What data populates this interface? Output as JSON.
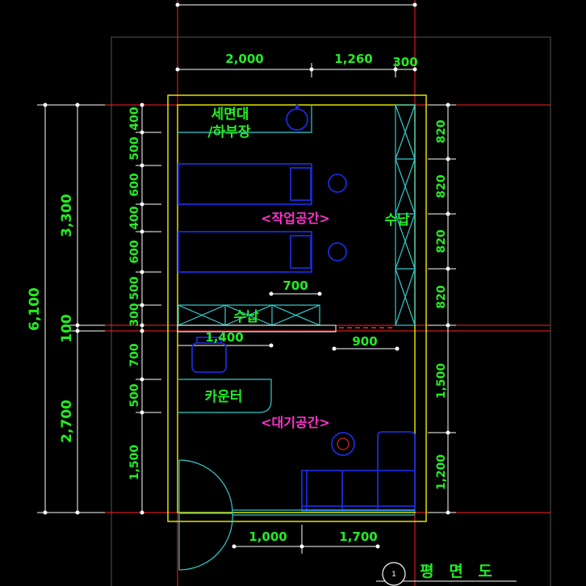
{
  "title": "평 면 도",
  "section_number": "1",
  "rooms": {
    "wash": "세면대",
    "wash2": "/하부장",
    "work": "<작업공간>",
    "storage_right": "수납",
    "storage_mid": "수납",
    "counter": "카운터",
    "waiting": "<대기공간>"
  },
  "dims_top": [
    "2,000",
    "1,260",
    "300"
  ],
  "dims_bottom": [
    "1,000",
    "1,700"
  ],
  "dims_inner": [
    "700",
    "1,400",
    "900"
  ],
  "dims_left_outer": [
    "6,100"
  ],
  "dims_left_mid": [
    "3,300",
    "100",
    "2,700"
  ],
  "dims_left_inner": [
    "400",
    "500",
    "600",
    "400",
    "600",
    "500",
    "300",
    "700",
    "500",
    "1,500"
  ],
  "dims_right": [
    "820",
    "820",
    "820",
    "820",
    "1,500",
    "1,200"
  ],
  "colors": {
    "background": "#000000",
    "dim_text": "#22ee22",
    "label_pink": "#ff33cc",
    "wall_yellow": "#f2f200",
    "cyan": "#33cccc",
    "furniture_blue": "#1a2ad8",
    "grid_red": "#ff2020"
  }
}
